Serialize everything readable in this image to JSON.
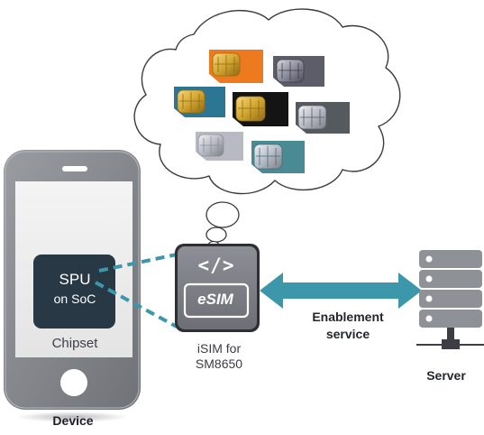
{
  "device": {
    "spu_title": "SPU",
    "spu_subtitle": "on SoC",
    "chipset_label": "Chipset",
    "device_label": "Device"
  },
  "esim": {
    "code_icon": "</>",
    "label": "eSIM",
    "isim_line1": "iSIM for",
    "isim_line2": "SM8650"
  },
  "link": {
    "line1": "Enablement",
    "line2": "service"
  },
  "server": {
    "label": "Server"
  },
  "colors": {
    "phone_body": "#8e9196",
    "spu_fill": "#283845",
    "esim_fill": "#7f8287",
    "teal_link": "#3c97ab",
    "server_fill": "#8e9196"
  },
  "sim_cards": [
    {
      "color": "#ee7a1f",
      "icon": "sim-card-icon"
    },
    {
      "color": "#5d5d69",
      "icon": "sim-card-icon"
    },
    {
      "color": "#2c7693",
      "icon": "sim-card-icon"
    },
    {
      "color": "#141414",
      "icon": "sim-card-icon"
    },
    {
      "color": "#555a5e",
      "icon": "sim-card-icon"
    },
    {
      "color": "#b7bac3",
      "icon": "sim-card-icon"
    },
    {
      "color": "#4a8a94",
      "icon": "sim-card-icon"
    }
  ]
}
